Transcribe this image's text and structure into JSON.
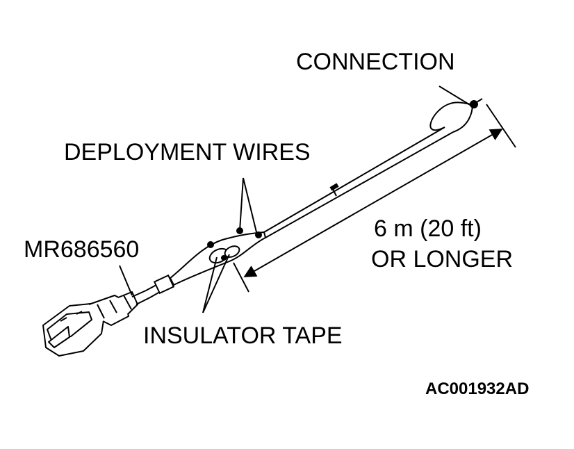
{
  "labels": {
    "connection": "CONNECTION",
    "deployment_wires": "DEPLOYMENT WIRES",
    "part_number": "MR686560",
    "length_line1": "6 m (20 ft)",
    "length_line2": "OR LONGER",
    "insulator_tape": "INSULATOR TAPE"
  },
  "figure_code": "AC001932AD",
  "colors": {
    "line": "#000000",
    "background": "#ffffff"
  }
}
